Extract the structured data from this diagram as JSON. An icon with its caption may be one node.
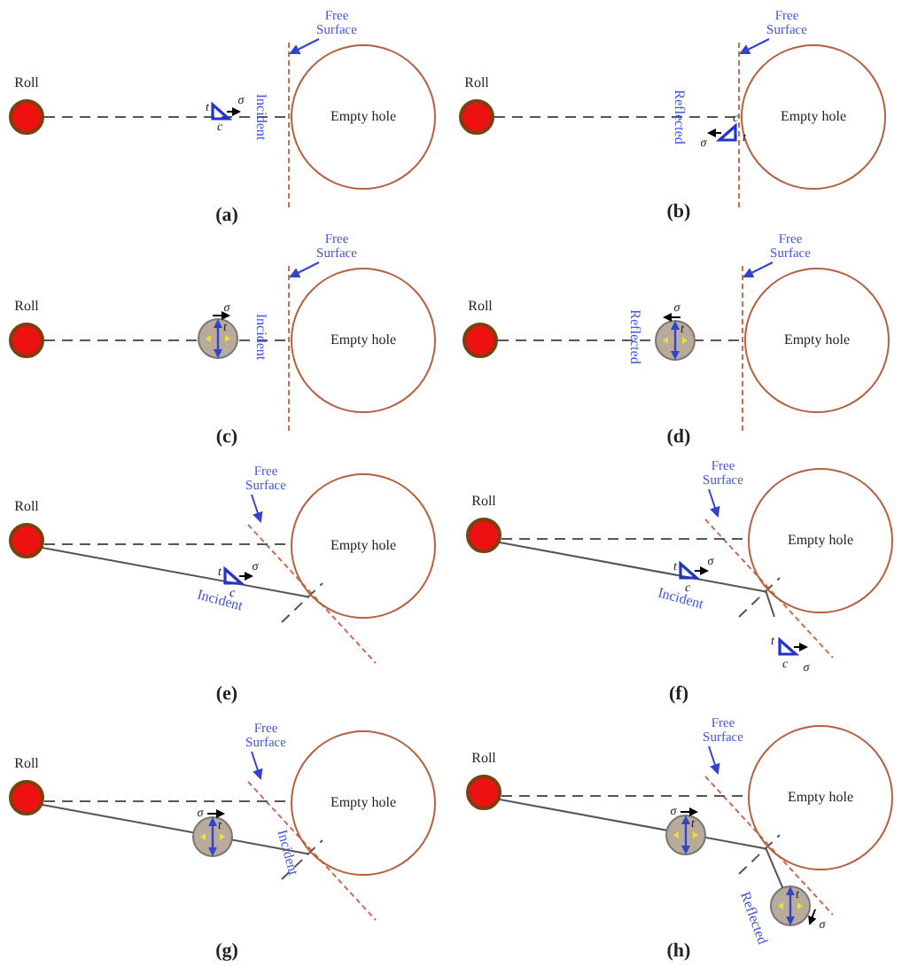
{
  "diagram": {
    "nodes": [
      {
        "text": [
          "Roll"
        ]
      },
      {
        "text": [
          "Empty hole"
        ]
      },
      {
        "text": [
          "Free Surface"
        ]
      },
      {
        "text": [],
        "shape": "line"
      },
      {
        "text": [
          "Roll"
        ]
      },
      {
        "text": [
          "Empty hole"
        ]
      },
      {
        "text": [
          "Free Surface"
        ]
      },
      {
        "text": [],
        "shape": "line"
      },
      {
        "text": [
          "Roll"
        ]
      },
      {
        "text": [
          "Empty hole"
        ]
      },
      {
        "text": [
          "Free Surface"
        ]
      },
      {
        "text": [],
        "shape": "line"
      },
      {
        "text": [
          "Roll"
        ]
      },
      {
        "text": [
          "Empty hole"
        ]
      },
      {
        "text": [
          "Free Surface"
        ]
      },
      {
        "text": [],
        "shape": "line"
      },
      {
        "text": [
          "Roll"
        ]
      },
      {
        "text": [
          "Empty hole"
        ]
      },
      {
        "text": [
          "Free Surface"
        ]
      },
      {
        "text": [
          "Roll"
        ]
      },
      {
        "text": [
          "Empty hole"
        ]
      },
      {
        "text": [
          "Free Surface"
        ]
      },
      {
        "text": [
          "Roll"
        ]
      },
      {
        "text": [
          "Empty hole"
        ]
      },
      {
        "text": [
          "Free Surface"
        ]
      },
      {
        "text": [
          "Roll"
        ]
      },
      {
        "text": [
          "Empty hole"
        ]
      },
      {
        "text": [
          "Free Surface"
        ]
      },
      {
        "text": [],
        "shape": "circle"
      }
    ],
    "edges": [
      {
        "from": 0,
        "to": 1,
        "arrow": "none",
        "style": "dashed"
      },
      {
        "from": 2,
        "to": 3,
        "arrow": "to",
        "color": "#3344cc"
      },
      {
        "from": 4,
        "to": 5,
        "arrow": "none",
        "style": "dashed"
      },
      {
        "from": 6,
        "to": 7,
        "arrow": "to",
        "color": "#3344cc"
      },
      {
        "from": 8,
        "to": 9,
        "arrow": "none",
        "style": "dashed"
      },
      {
        "from": 10,
        "to": 11,
        "arrow": "to",
        "color": "#3344cc"
      },
      {
        "from": 12,
        "to": 13,
        "arrow": "none",
        "style": "dashed"
      },
      {
        "from": 14,
        "to": 15,
        "arrow": "to",
        "color": "#3344cc"
      },
      {
        "from": 16,
        "to": 17,
        "arrow": "none",
        "style": "dashed"
      },
      {
        "from": 16,
        "to": 17,
        "arrow": "none"
      },
      {
        "from": 18,
        "to": null,
        "arrow": "to",
        "color": "#3344cc"
      },
      {
        "from": 19,
        "to": 20,
        "arrow": "none",
        "style": "dashed"
      },
      {
        "from": 19,
        "to": 20,
        "arrow": "none"
      },
      {
        "from": 21,
        "to": null,
        "arrow": "to",
        "color": "#3344cc"
      },
      {
        "from": 20,
        "to": null,
        "arrow": "none"
      },
      {
        "from": 22,
        "to": 23,
        "arrow": "none",
        "style": "dashed"
      },
      {
        "from": 22,
        "to": 23,
        "arrow": "none"
      },
      {
        "from": 24,
        "to": null,
        "arrow": "to",
        "color": "#3344cc"
      },
      {
        "from": 25,
        "to": 26,
        "arrow": "none",
        "style": "dashed"
      },
      {
        "from": 25,
        "to": 26,
        "arrow": "none"
      },
      {
        "from": 27,
        "to": null,
        "arrow": "to",
        "color": "#3344cc"
      },
      {
        "from": 26,
        "to": 28,
        "arrow": "none"
      }
    ],
    "labels": [
      "t",
      "σ",
      "c",
      "Incident",
      "(a)",
      "Reflected",
      "c",
      "σ",
      "t",
      "(b)",
      "σ",
      "t",
      "Incident",
      "(c)",
      "σ",
      "Reflected",
      "t",
      "(d)",
      "t",
      "σ",
      "c",
      "Incident",
      "(e)",
      "t",
      "σ",
      "c",
      "Incident",
      "t",
      "σ",
      "c",
      "(f)",
      "σ",
      "t",
      "Incident",
      "(g)",
      "σ",
      "t",
      "Reflected",
      "σ",
      "t",
      "(h)"
    ]
  }
}
